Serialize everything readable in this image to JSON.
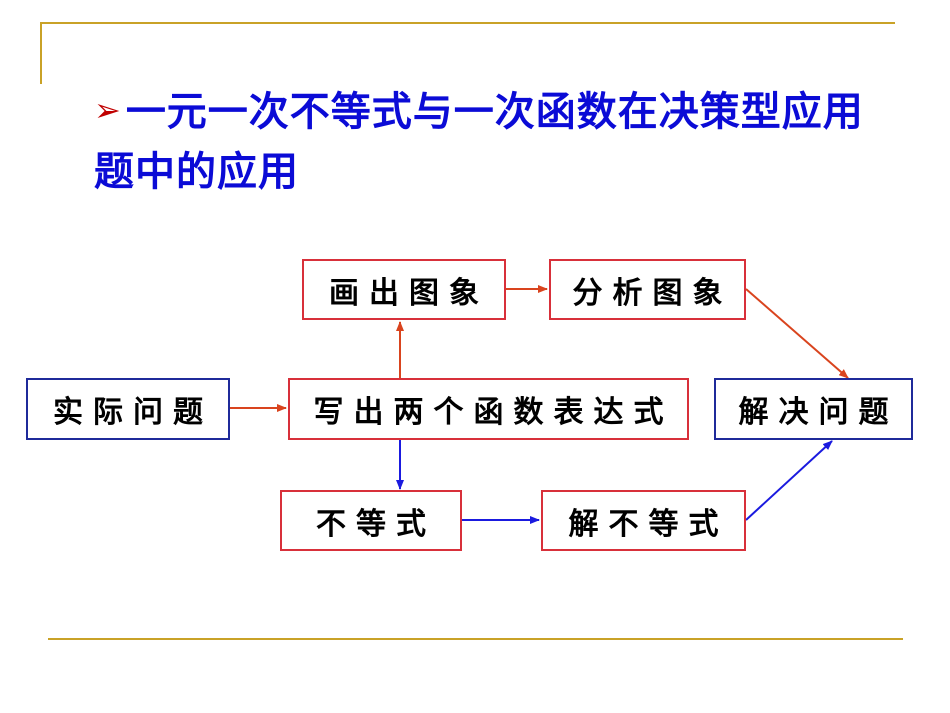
{
  "title": {
    "bullet": "➢",
    "text": "一元一次不等式与一次函数在决策型应用题中的应用"
  },
  "nodes": {
    "practical_problem": "实际问题",
    "write_expressions": "写出两个函数表达式",
    "draw_graph": "画出图象",
    "analyze_graph": "分析图象",
    "inequality": "不等式",
    "solve_inequality": "解不等式",
    "solve_problem": "解决问题"
  },
  "colors": {
    "title": "#0b0bd6",
    "bullet": "#c00000",
    "rule": "#c9a227",
    "red_arrow": "#d9441e",
    "blue_arrow": "#1a1adf",
    "red_border": "#d8303a",
    "blue_border": "#1f2a9a"
  }
}
